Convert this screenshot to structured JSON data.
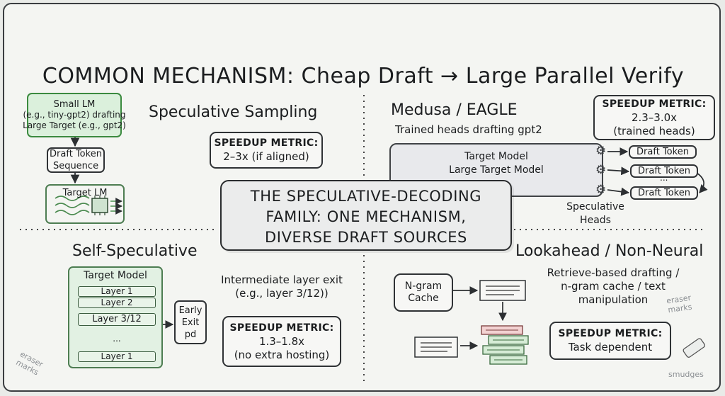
{
  "title": "COMMON MECHANISM: Cheap Draft → Large Parallel Verify",
  "center": {
    "line1": "THE SPECULATIVE-DECODING",
    "line2": "FAMILY: ONE MECHANISM,",
    "line3": "DIVERSE DRAFT SOURCES"
  },
  "speculative_sampling": {
    "title": "Speculative Sampling",
    "small_lm": "Small LM",
    "small_lm_line2": "(e.g., tiny-gpt2) drafting",
    "small_lm_line3": "Large Target (e.g., gpt2)",
    "draft_token": "Draft Token",
    "draft_token_line2": "Sequence",
    "target_lm": "Target LM",
    "metric_label": "SPEEDUP METRIC:",
    "metric_value": "2–3x (if aligned)"
  },
  "medusa": {
    "title": "Medusa / EAGLE",
    "subtitle": "Trained heads drafting gpt2",
    "metric_label": "SPEEDUP METRIC:",
    "metric_value": "2.3–3.0x",
    "metric_value2": "(trained heads)",
    "target_model": "Target Model",
    "target_model_line2": "Large Target Model",
    "draft_tokens": [
      "Draft Token",
      "Draft Token",
      "Draft Token"
    ],
    "ellipsis": "...",
    "heads_label": "Speculative",
    "heads_label2": "Heads"
  },
  "self_speculative": {
    "title": "Self-Speculative",
    "target_model": "Target Model",
    "layers": [
      "Layer 1",
      "Layer 2",
      "Layer 3/12",
      "...",
      "Layer 1"
    ],
    "exit_line1": "Early",
    "exit_line2": "Exit",
    "exit_line3": "pd",
    "desc_line1": "Intermediate layer exit",
    "desc_line2": "(e.g., layer 3/12))",
    "metric_label": "SPEEDUP METRIC:",
    "metric_value": "1.3–1.8x",
    "metric_value2": "(no extra hosting)"
  },
  "lookahead": {
    "title": "Lookahead / Non-Neural",
    "cache_line1": "N-gram",
    "cache_line2": "Cache",
    "desc_line1": "Retrieve-based drafting /",
    "desc_line2": "n-gram cache / text",
    "desc_line3": "manipulation",
    "metric_label": "SPEEDUP METRIC:",
    "metric_value": "Task dependent"
  },
  "annotations": {
    "eraser_left": "eraser",
    "eraser_left2": "marks",
    "eraser_right": "eraser",
    "eraser_right2": "marks",
    "smudges": "smudges"
  }
}
